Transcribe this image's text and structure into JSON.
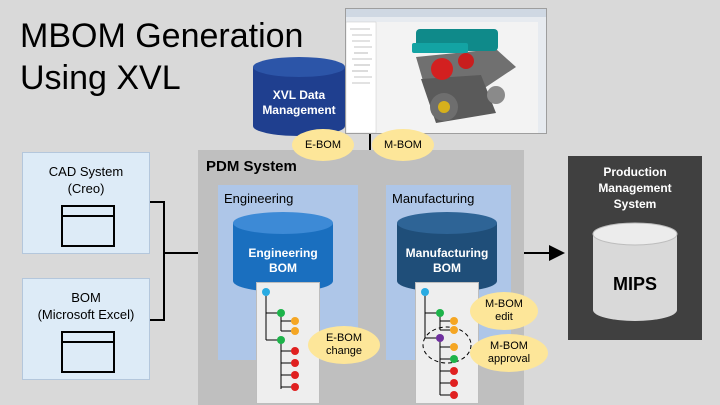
{
  "title": {
    "line1": "MBOM Generation",
    "line2": "Using XVL"
  },
  "cad_system": {
    "line1": "CAD System",
    "line2": "(Creo)"
  },
  "bom_source": {
    "line1": "BOM",
    "line2": "(Microsoft Excel)"
  },
  "pdm_system": {
    "label": "PDM System"
  },
  "engineering": {
    "label": "Engineering",
    "db_line1": "Engineering",
    "db_line2": "BOM"
  },
  "manufacturing": {
    "label": "Manufacturing",
    "db_line1": "Manufacturing",
    "db_line2": "BOM"
  },
  "xvl_data": {
    "line1": "XVL Data",
    "line2": "Management"
  },
  "bubbles": {
    "ebom": "E-BOM",
    "mbom": "M-BOM",
    "ebom_change_1": "E-BOM",
    "ebom_change_2": "change",
    "mbom_edit_1": "M-BOM",
    "mbom_edit_2": "edit",
    "mbom_approval_1": "M-BOM",
    "mbom_approval_2": "approval"
  },
  "production": {
    "line1": "Production",
    "line2": "Management",
    "line3": "System",
    "db": "MIPS"
  },
  "colors": {
    "blue_db": "#1a6fbf",
    "dark_db": "#1f4e79",
    "xvl_db": "#1f3f8f",
    "bubble": "#fde699",
    "node_cyan": "#29abe2",
    "node_green": "#1db34a",
    "node_orange": "#f5a623",
    "node_red": "#e02020",
    "node_purple": "#7030a0"
  }
}
